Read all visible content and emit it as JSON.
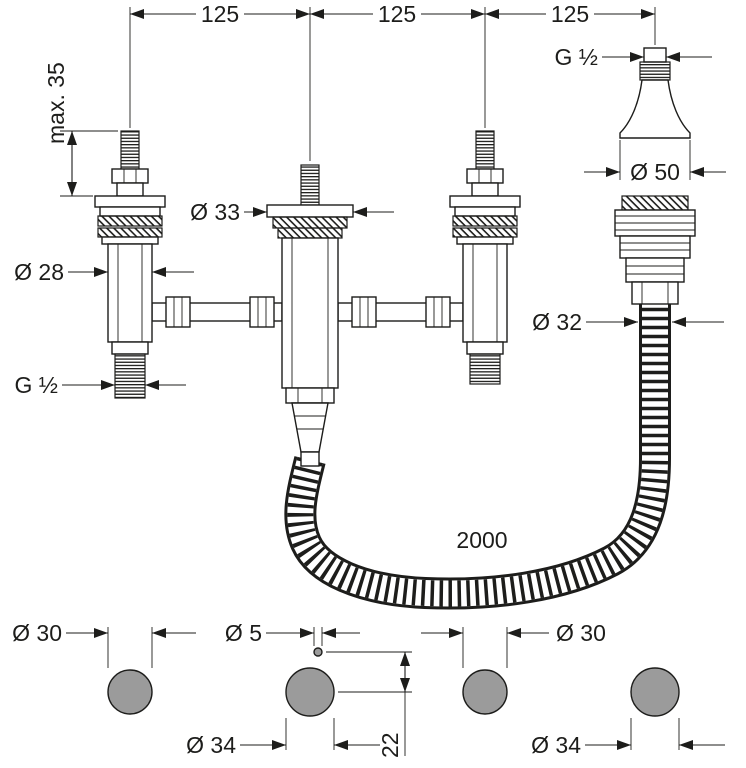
{
  "drawing": {
    "background": "#ffffff",
    "line_color": "#1d1d1b",
    "hole_fill": "#9b9b9b",
    "labels": {
      "span1": "125",
      "span2": "125",
      "span3": "125",
      "thread_top": "G ½",
      "max_height": "max. 35",
      "dia_flange": "Ø 33",
      "dia_valve": "Ø 28",
      "dia_escutcheon": "Ø 50",
      "dia_connector": "Ø 32",
      "thread_valve": "G ½",
      "hose_length": "2000",
      "dia_hole_left": "Ø 30",
      "dia_pin_hole": "Ø 5",
      "dia_hole_mid": "Ø 30",
      "dia_hole_spout": "Ø 34",
      "pin_offset": "22",
      "dia_hole_right": "Ø 34"
    }
  }
}
